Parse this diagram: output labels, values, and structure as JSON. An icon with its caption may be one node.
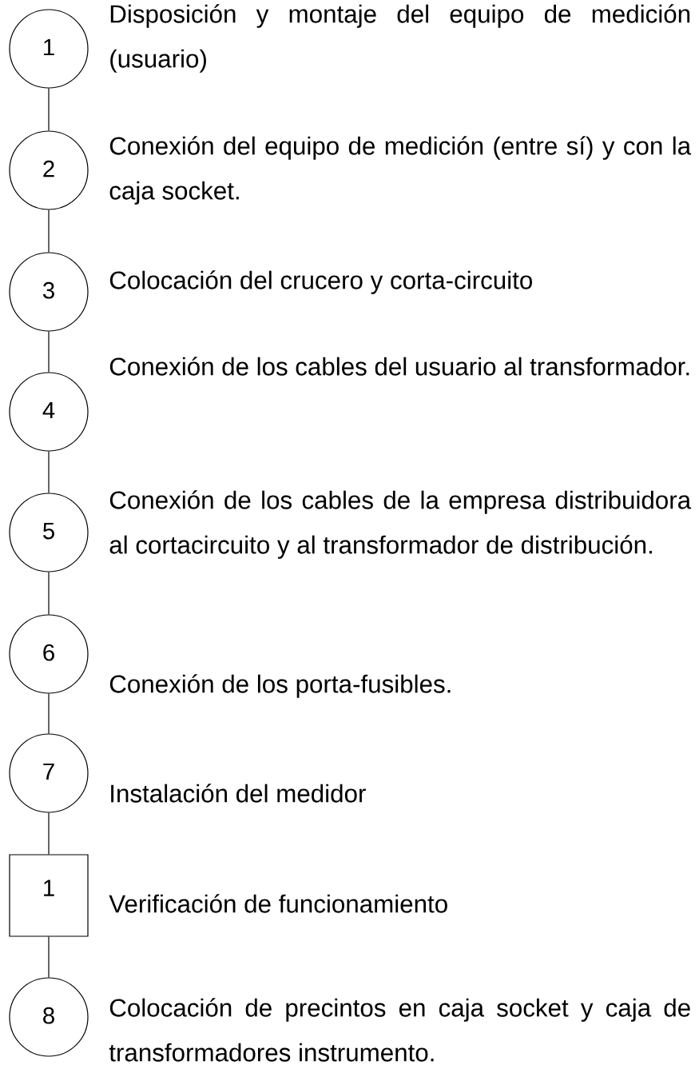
{
  "diagram": {
    "nodes": [
      {
        "text": [
          "1"
        ],
        "beside": [
          "Disposición y montaje del equipo de medición (usuario)"
        ]
      },
      {
        "text": [
          "2"
        ],
        "beside": [
          "Conexión del equipo de medición (entre sí) y con la caja socket."
        ]
      },
      {
        "text": [
          "3"
        ],
        "beside": [
          "Colocación del crucero y corta-circuito"
        ]
      },
      {
        "text": [
          "4"
        ],
        "beside": [
          "Conexión de los cables del usuario al transformador."
        ]
      },
      {
        "text": [
          "5"
        ],
        "beside": [
          "Conexión de los cables de la empresa distribuidora al cortacircuito y al transformador de distribución."
        ]
      },
      {
        "text": [
          "6"
        ],
        "beside": [
          "Conexión de los porta-fusibles."
        ]
      },
      {
        "text": [
          "7"
        ],
        "beside": [
          "Instalación del medidor"
        ]
      },
      {
        "text": [
          "1"
        ],
        "beside": [
          "Verificación de funcionamiento"
        ]
      },
      {
        "text": [
          "8"
        ],
        "beside": [
          "Colocación de precintos en caja socket y caja de transformadores instrumento."
        ]
      }
    ],
    "edges": [
      {
        "from": 0,
        "to": 1,
        "arrow": "none"
      },
      {
        "from": 1,
        "to": 2,
        "arrow": "none"
      },
      {
        "from": 2,
        "to": 3,
        "arrow": "none"
      },
      {
        "from": 3,
        "to": 4,
        "arrow": "none"
      },
      {
        "from": 4,
        "to": 5,
        "arrow": "none"
      },
      {
        "from": 5,
        "to": 6,
        "arrow": "none"
      },
      {
        "from": 6,
        "to": 7,
        "arrow": "none"
      },
      {
        "from": 7,
        "to": 8,
        "arrow": "none"
      }
    ]
  }
}
